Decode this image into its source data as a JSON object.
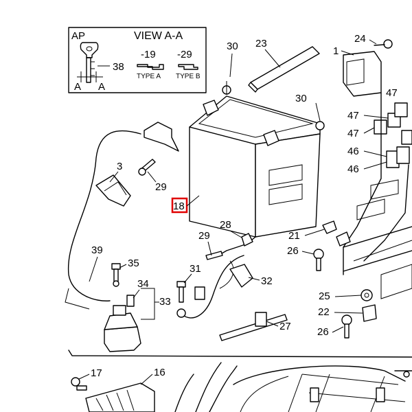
{
  "colors": {
    "ink": "#000000",
    "highlight": "#e00000",
    "background": "#ffffff"
  },
  "view_box": {
    "code": "AP",
    "title": "VIEW A-A",
    "key_part": "38",
    "section_a_left": "A",
    "section_a_right": "A",
    "type_a_part": "-19",
    "type_b_part": "-29",
    "type_a_label": "TYPE A",
    "type_b_label": "TYPE B"
  },
  "callouts": {
    "p1": "1",
    "p3": "3",
    "p16": "16",
    "p17": "17",
    "p18": "18",
    "p21": "21",
    "p22": "22",
    "p23": "23",
    "p24": "24",
    "p25": "25",
    "p26a": "26",
    "p26b": "26",
    "p27": "27",
    "p28": "28",
    "p29a": "29",
    "p29b": "29",
    "p30a": "30",
    "p30b": "30",
    "p31": "31",
    "p32": "32",
    "p33": "33",
    "p34": "34",
    "p35": "35",
    "p39": "39",
    "p46a": "46",
    "p46b": "46",
    "p47a": "47",
    "p47b": "47",
    "p47c": "47"
  },
  "highlighted_part": "18"
}
